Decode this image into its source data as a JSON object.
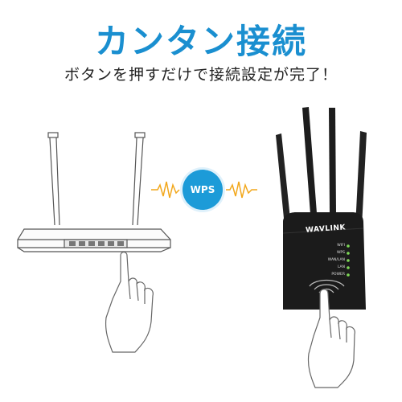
{
  "headline": "カンタン接続",
  "subheadline": "ボタンを押すだけで接続設定が完了！",
  "wps_label": "WPS",
  "brand": "WAVLINK",
  "led_labels": [
    "WIFI",
    "WPS",
    "WAN/LAN",
    "LAN",
    "POWER"
  ],
  "colors": {
    "headline": "#1a8fd0",
    "wps_badge": "#1c9bd8",
    "signal": "#f2a71b",
    "extender_body": "#1b1b1b",
    "led": "#7ed957"
  },
  "icons": [
    "router-illustration",
    "hand-pointer-icon",
    "signal-wave-icon",
    "wifi-extender-photo"
  ]
}
